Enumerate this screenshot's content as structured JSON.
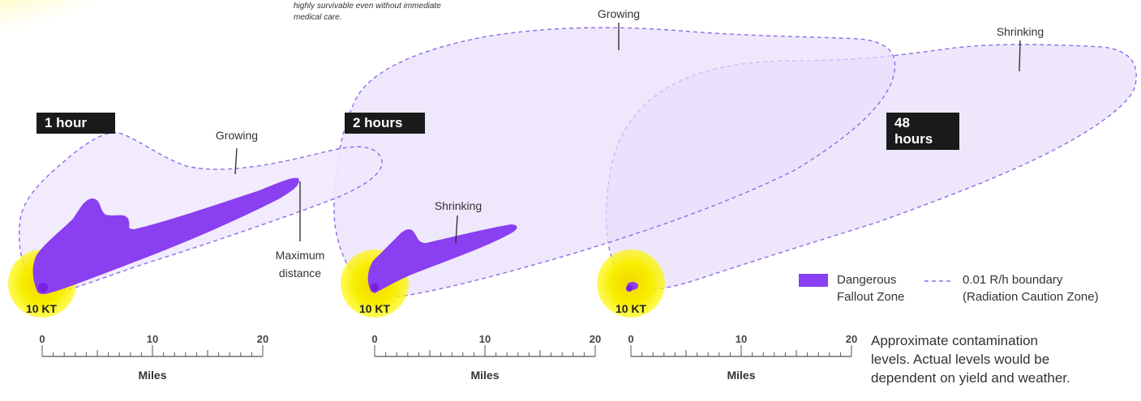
{
  "top_note": [
    "highly survivable even without immediate",
    "medical care."
  ],
  "panels": [
    {
      "time_label": "1 hour",
      "yield": "10 KT",
      "annotations": [
        "Growing",
        "Maximum",
        "distance"
      ]
    },
    {
      "time_label": "2 hours",
      "yield": "10 KT",
      "annotations": [
        "Growing",
        "Shrinking"
      ]
    },
    {
      "time_label": "48 hours",
      "yield": "10 KT",
      "annotations": [
        "Shrinking"
      ]
    }
  ],
  "scale": {
    "ticks": [
      "0",
      "10",
      "20"
    ],
    "unit": "Miles"
  },
  "legend": {
    "dangerous": [
      "Dangerous",
      "Fallout Zone"
    ],
    "boundary": [
      "0.01 R/h boundary",
      "(Radiation Caution Zone)"
    ]
  },
  "footnote": [
    "Approximate contamination",
    "levels.  Actual levels would be",
    "dependent on yield and weather."
  ],
  "colors": {
    "dangerous_fill": "#8a3ff0",
    "caution_fill": "#e8defc",
    "boundary_stroke": "#8c6ee6",
    "yellow": "#f7f000",
    "label_bg": "#1a1a1a"
  }
}
